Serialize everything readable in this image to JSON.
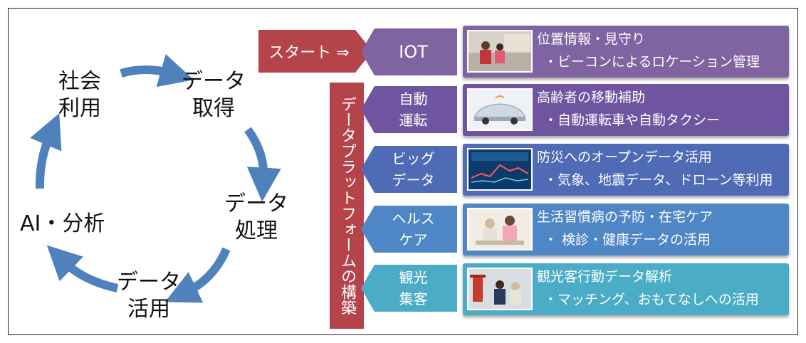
{
  "cycle": {
    "top_left": [
      "社会",
      "利用"
    ],
    "top_right": [
      "データ",
      "取得"
    ],
    "right": [
      "データ",
      "処理"
    ],
    "bottom": [
      "データ",
      "活用"
    ],
    "left": "AI・分析",
    "arrow_color": "#4f81bd"
  },
  "start_label": "スタート ⇒",
  "vertical_label": "データプラットフォームの構築",
  "rows": [
    {
      "category": [
        "IOT"
      ],
      "color": "#8064a2",
      "title": "位置情報・見守り",
      "detail": "・ビーコンによるロケーション管理",
      "thumb_icon": "students-walking-icon"
    },
    {
      "category": [
        "自動",
        "運転"
      ],
      "color": "#6f55a0",
      "title": "高齢者の移動補助",
      "detail": "・自動運転車や自動タクシー",
      "thumb_icon": "self-driving-car-icon"
    },
    {
      "category": [
        "ビッグ",
        "データ"
      ],
      "color": "#4f6bb5",
      "title": "防災へのオープンデータ活用",
      "detail": "・気象、地震データ、ドローン等利用",
      "thumb_icon": "data-chart-screen-icon"
    },
    {
      "category": [
        "ヘルス",
        "ケア"
      ],
      "color": "#4f86c6",
      "title": "生活習慣病の予防・在宅ケア",
      "detail": "・ 検診・健康データの活用",
      "thumb_icon": "healthcare-visit-icon"
    },
    {
      "category": [
        "観光",
        "集客"
      ],
      "color": "#4bacc6",
      "title": "観光客行動データ解析",
      "detail": "・マッチング、おもてなしへの活用",
      "thumb_icon": "tourists-icon"
    }
  ]
}
